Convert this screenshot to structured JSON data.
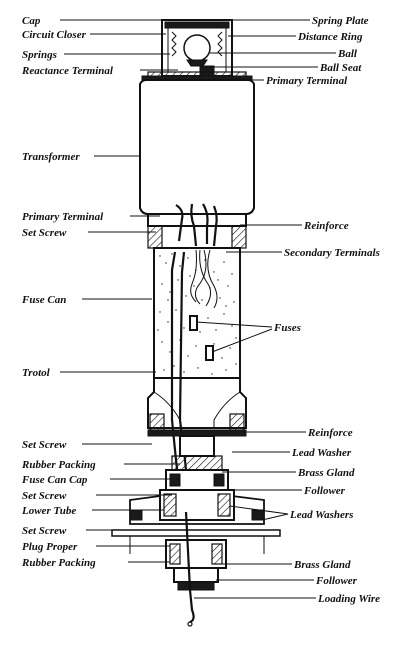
{
  "diagram": {
    "labels_left": [
      {
        "key": "cap",
        "text": "Cap"
      },
      {
        "key": "circuit_closer",
        "text": "Circuit Closer"
      },
      {
        "key": "springs",
        "text": "Springs"
      },
      {
        "key": "reactance_terminal",
        "text": "Reactance Terminal"
      },
      {
        "key": "transformer",
        "text": "Transformer"
      },
      {
        "key": "primary_terminal_left",
        "text": "Primary Terminal"
      },
      {
        "key": "set_screw_1",
        "text": "Set Screw"
      },
      {
        "key": "fuse_can",
        "text": "Fuse Can"
      },
      {
        "key": "trotol",
        "text": "Trotol"
      },
      {
        "key": "set_screw_2",
        "text": "Set Screw"
      },
      {
        "key": "rubber_packing_1",
        "text": "Rubber Packing"
      },
      {
        "key": "fuse_can_cap",
        "text": "Fuse Can Cap"
      },
      {
        "key": "set_screw_3",
        "text": "Set Screw"
      },
      {
        "key": "lower_tube",
        "text": "Lower Tube"
      },
      {
        "key": "set_screw_4",
        "text": "Set Screw"
      },
      {
        "key": "plug_proper",
        "text": "Plug Proper"
      },
      {
        "key": "rubber_packing_2",
        "text": "Rubber Packing"
      }
    ],
    "labels_right": [
      {
        "key": "spring_plate",
        "text": "Spring Plate"
      },
      {
        "key": "distance_ring",
        "text": "Distance Ring"
      },
      {
        "key": "ball",
        "text": "Ball"
      },
      {
        "key": "ball_seat",
        "text": "Ball Seat"
      },
      {
        "key": "primary_terminal_right",
        "text": "Primary Terminal"
      },
      {
        "key": "reinforce_1",
        "text": "Reinforce"
      },
      {
        "key": "secondary_terminals",
        "text": "Secondary Terminals"
      },
      {
        "key": "fuses",
        "text": "Fuses"
      },
      {
        "key": "reinforce_2",
        "text": "Reinforce"
      },
      {
        "key": "lead_washer",
        "text": "Lead Washer"
      },
      {
        "key": "brass_gland_1",
        "text": "Brass Gland"
      },
      {
        "key": "follower_1",
        "text": "Follower"
      },
      {
        "key": "lead_washers",
        "text": "Lead Washers"
      },
      {
        "key": "brass_gland_2",
        "text": "Brass Gland"
      },
      {
        "key": "follower_2",
        "text": "Follower"
      },
      {
        "key": "loading_wire",
        "text": "Loading Wire"
      }
    ]
  }
}
